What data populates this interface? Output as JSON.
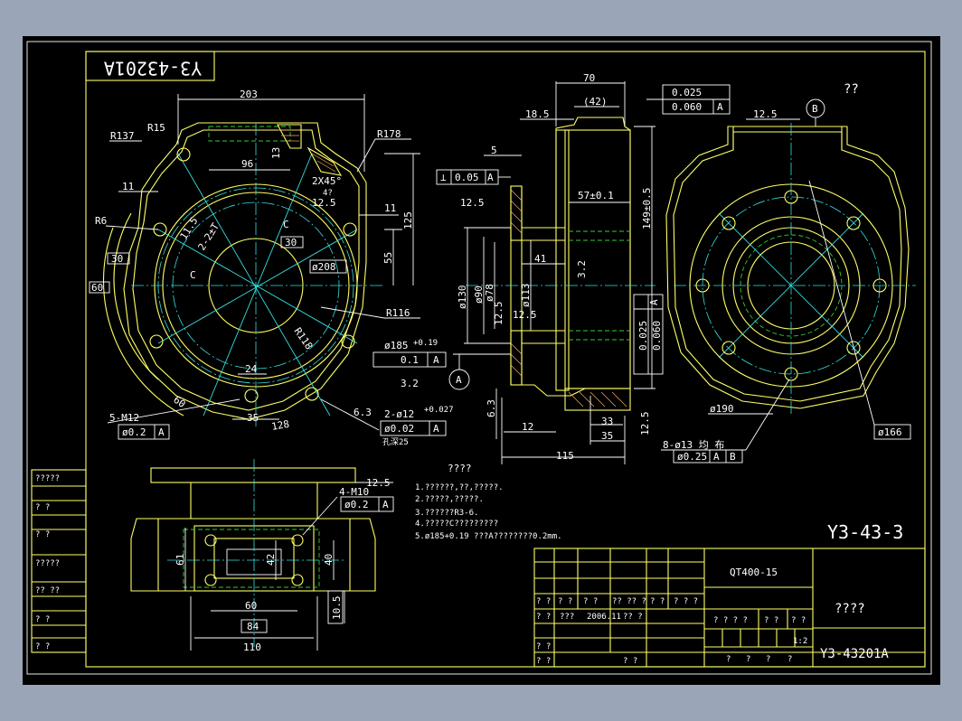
{
  "drawing": {
    "title_rotated": "Y3-43201A",
    "title_right": "Y3-43-3",
    "qq_mark": "??",
    "tech_heading": "????",
    "tech_notes": [
      "1.??????,??,?????.",
      "2.?????,?????.",
      "3.??????R3-6.",
      "4.?????C?????????",
      "5.ø185+0.19 ???A????????0.2mm."
    ]
  },
  "front_view": {
    "dims": {
      "d203": "203",
      "r137": "R137",
      "r15": "R15",
      "d13": "13",
      "r178": "R178",
      "d96": "96",
      "d11a": "11",
      "d2x45": "2X45°",
      "d4q": "4?",
      "d12_5": "12.5",
      "d11b": "11",
      "d125": "125",
      "r6": "R6",
      "d11_5": "11.5",
      "d2_21": "2-2±T",
      "c_left": "C",
      "c_right": "C",
      "d30a": "30",
      "d30b": "30",
      "d55": "55",
      "d208": "ø208",
      "d60": "60",
      "r116": "R116",
      "r118": "R118",
      "d185": "ø185",
      "d185tol": "+0.19",
      "tol_01": "0.1",
      "ref_a": "A",
      "d3_2": "3.2",
      "d24": "24",
      "d35": "35",
      "d128": "128",
      "d60b": "60",
      "m12": "5-M12",
      "tol_m12": "ø0.2",
      "ref_m12": "A",
      "d6_3": "6.3",
      "d12hole": "2-ø12",
      "d12tol": "+0.027",
      "tol_002": "ø0.02",
      "ref_h": "A",
      "depth": "孔深25"
    }
  },
  "section_view": {
    "dims": {
      "d70": "70",
      "d42": "(42)",
      "tol_025": "0.025",
      "tol_060": "0.060",
      "ref": "A",
      "d18_5": "18.5",
      "d5": "5",
      "perp": "⊥",
      "perp_val": "0.05",
      "perp_ref": "A",
      "d12_5a": "12.5",
      "d57": "57±0.1",
      "d149": "149±0.5",
      "d130": "ø130",
      "d90": "ø90",
      "d78": "ø78",
      "d113": "ø113",
      "d41": "41",
      "d12_5b": "12.5",
      "d12_5c": "12.5",
      "d3_2": "3.2",
      "v_025": "0.025",
      "v_060": "0.060",
      "v_ref": "A",
      "datum_a": "A",
      "d6_3": "6.3",
      "d12": "12",
      "d33": "33",
      "d35": "35",
      "d12_5d": "12.5",
      "d115": "115"
    }
  },
  "side_view": {
    "dims": {
      "datum_b": "B",
      "d12_5": "12.5",
      "d190": "ø190",
      "d166": "ø166",
      "holes": "8-ø13 均 布",
      "tol": "ø0.25",
      "ref_a": "A",
      "ref_b": "B"
    }
  },
  "bottom_view": {
    "dims": {
      "d12_5": "12.5",
      "m10": "4-M10",
      "tol": "ø0.2",
      "ref": "A",
      "d61": "61",
      "d42": "42",
      "d40": "40",
      "d60": "60",
      "d84": "84",
      "d110": "110",
      "d10_5": "10.5"
    }
  },
  "left_column": {
    "rows": [
      "?????",
      "?  ?",
      "?  ?",
      "?????",
      "?? ??",
      "?  ?",
      "?  ?"
    ]
  },
  "title_block": {
    "material": "QT400-15",
    "name": "????",
    "drawing_no": "Y3-43201A",
    "scale": "1:2",
    "row1": [
      "? ?",
      "? ?",
      "?  ?",
      "?? ?? ?",
      "?  ?",
      "? ? ?"
    ],
    "row2": [
      "?  ?",
      "???",
      "2006.11",
      "?? ?"
    ],
    "stage": [
      "? ? ? ?",
      "? ?",
      "? ?"
    ],
    "row3": [
      "? ?"
    ],
    "row4": [
      "? ?",
      "? ?"
    ],
    "bottom": [
      "?",
      "?",
      "?",
      "?"
    ]
  },
  "colors": {
    "background": "#9aa6b8",
    "sheet": "#000000",
    "outline": "#ffff66",
    "centerline": "#33e0e0",
    "dimension": "#ffffff",
    "hidden": "#33cc33",
    "hatch": "#ffaa55"
  }
}
